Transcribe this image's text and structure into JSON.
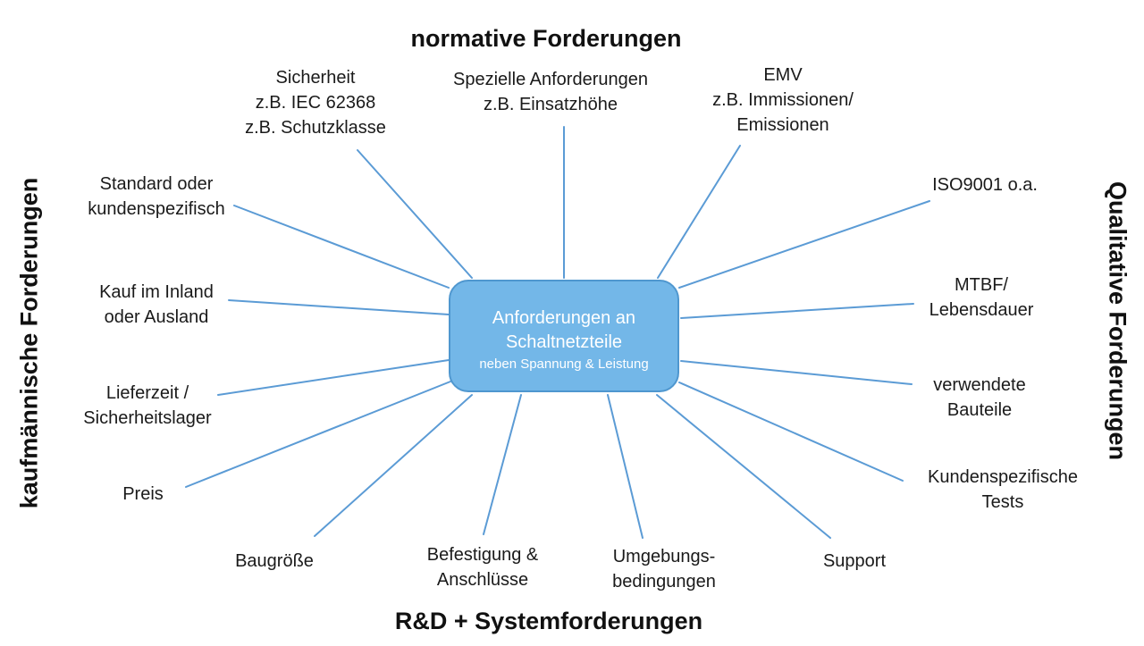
{
  "colors": {
    "spoke": "#5b9bd5",
    "center_fill": "#73b7e8",
    "center_text": "#ffffff"
  },
  "categories": {
    "top": "normative Forderungen",
    "bottom": "R&D + Systemforderungen",
    "left": "kaufmännische Forderungen",
    "right": "Qualitative Forderungen"
  },
  "center": {
    "line1": "Anforderungen an",
    "line2": "Schaltnetzteile",
    "line3": "neben Spannung & Leistung"
  },
  "nodes": {
    "sicherheit": [
      "Sicherheit",
      "z.B. IEC 62368",
      "z.B. Schutzklasse"
    ],
    "spezielle": [
      "Spezielle Anforderungen",
      "z.B. Einsatzhöhe"
    ],
    "emv": [
      "EMV",
      "z.B.  Immissionen/",
      "Emissionen"
    ],
    "standard": [
      "Standard oder",
      "kundenspezifisch"
    ],
    "kauf": [
      "Kauf im Inland",
      "oder Ausland"
    ],
    "lieferzeit": [
      "Lieferzeit /",
      "Sicherheitslager"
    ],
    "preis": [
      "Preis"
    ],
    "baugroesse": [
      "Baugröße"
    ],
    "befestigung": [
      "Befestigung &",
      "Anschlüsse"
    ],
    "umgebung": [
      "Umgebungs-",
      "bedingungen"
    ],
    "support": [
      "Support"
    ],
    "kundentests": [
      "Kundenspezifische",
      "Tests"
    ],
    "bauteile": [
      "verwendete",
      "Bauteile"
    ],
    "mtbf": [
      "MTBF/",
      "Lebensdauer"
    ],
    "iso": [
      "ISO9001 o.a."
    ]
  }
}
